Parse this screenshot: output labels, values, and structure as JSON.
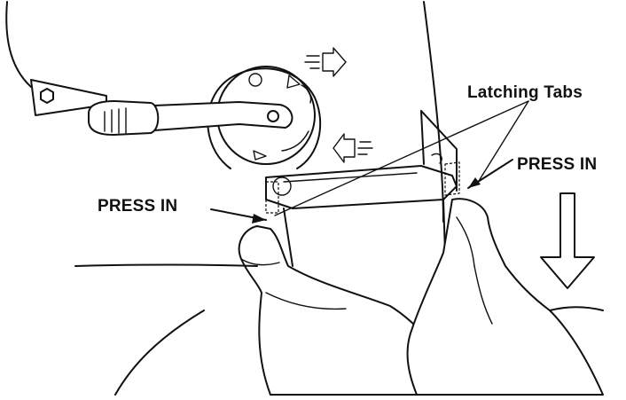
{
  "labels": {
    "latching_tabs": "Latching Tabs",
    "press_in_right": "PRESS IN",
    "press_in_left": "PRESS IN"
  },
  "icons": [
    "hex-bolt-icon",
    "arrow-right-icon",
    "arrow-left-icon",
    "down-arrow-icon"
  ],
  "colors": {
    "line": "#111111",
    "background": "#ffffff"
  }
}
